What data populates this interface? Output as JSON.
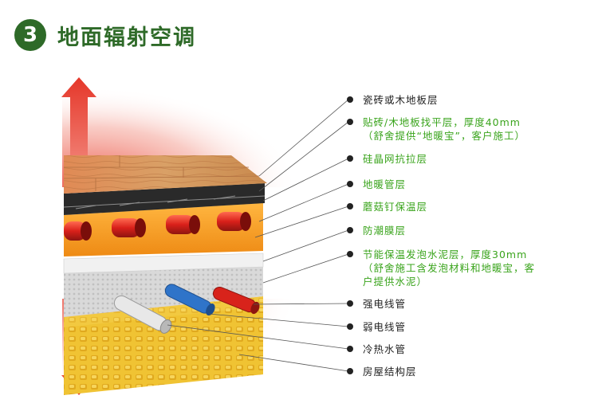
{
  "header": {
    "step_number": "3",
    "title": "地面辐射空调"
  },
  "colors": {
    "brand_green": "#2e6a28",
    "highlight_green": "#3aa41c",
    "heat_red": "#e53a2c",
    "wood": "#d69758",
    "screed_orange": "#f29a1c",
    "foam_yellow": "#f0c333"
  },
  "layers": [
    {
      "id": "tile",
      "text": "瓷砖或木地板层",
      "lines": [
        "瓷砖或木地板层"
      ],
      "highlight": false
    },
    {
      "id": "leveling",
      "text": "贴砖/木地板找平层，厚度40mm（舒舍提供“地暖宝”，客户施工）",
      "lines": [
        "贴砖/木地板找平层，厚度40mm",
        "（舒舍提供“地暖宝”，客户施工）"
      ],
      "highlight": true
    },
    {
      "id": "mesh",
      "text": "硅晶网抗拉层",
      "lines": [
        "硅晶网抗拉层"
      ],
      "highlight": true
    },
    {
      "id": "pipe",
      "text": "地暖管层",
      "lines": [
        "地暖管层"
      ],
      "highlight": true
    },
    {
      "id": "nail",
      "text": "蘑菇钉保温层",
      "lines": [
        "蘑菇钉保温层"
      ],
      "highlight": true
    },
    {
      "id": "moisture",
      "text": "防潮膜层",
      "lines": [
        "防潮膜层"
      ],
      "highlight": true
    },
    {
      "id": "foam",
      "text": "节能保温发泡水泥层，厚度30mm（舒舍施工含发泡材料和地暖宝，客户提供水泥）",
      "lines": [
        "节能保温发泡水泥层，厚度30mm",
        "（舒舍施工含发泡材料和地暖宝，客",
        "户提供水泥）"
      ],
      "highlight": true
    },
    {
      "id": "strong",
      "text": "强电线管",
      "lines": [
        "强电线管"
      ],
      "highlight": false
    },
    {
      "id": "weak",
      "text": "弱电线管",
      "lines": [
        "弱电线管"
      ],
      "highlight": false
    },
    {
      "id": "water",
      "text": "冷热水管",
      "lines": [
        "冷热水管"
      ],
      "highlight": false
    },
    {
      "id": "structure",
      "text": "房屋结构层",
      "lines": [
        "房屋结构层"
      ],
      "highlight": false
    }
  ]
}
